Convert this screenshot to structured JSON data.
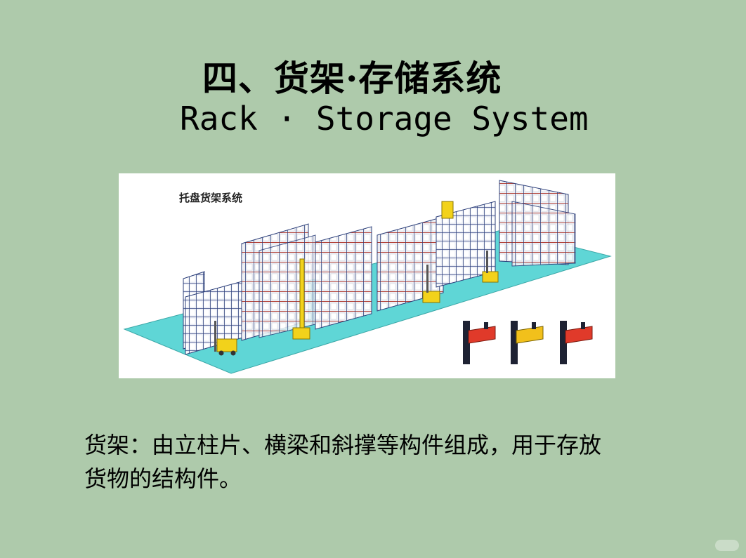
{
  "slide": {
    "title_zh": "四、货架·存储系统",
    "title_en": "Rack · Storage System",
    "figure_label": "托盘货架系统",
    "description_line1": "货架：由立柱片、横梁和斜撑等构件组成，用于存放",
    "description_line2": "货物的结构件。"
  },
  "colors": {
    "background": "#aecaab",
    "floor": "#5fd6d6",
    "rack_upright": "#2c3f7a",
    "rack_beam": "#b5443a",
    "forklift": "#f2d21b"
  },
  "icons": {
    "illustration": "pallet-rack-system-illustration",
    "beam_connectors": "rack-beam-connector-icon"
  }
}
